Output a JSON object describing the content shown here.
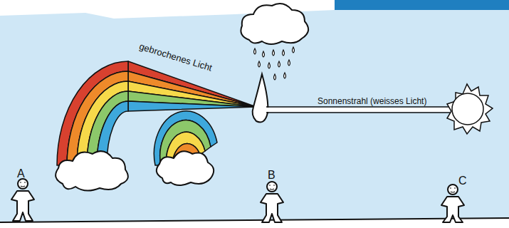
{
  "diagram": {
    "labels": [
      "gebrochenes Licht",
      "Sonnenstrahl (weisses Licht)",
      "A",
      "B",
      "C"
    ]
  }
}
